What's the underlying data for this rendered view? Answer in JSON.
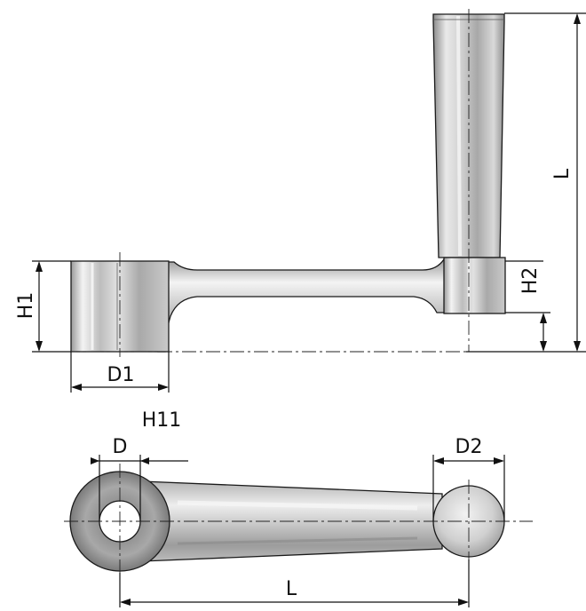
{
  "labels": {
    "L_side": "L",
    "H1": "H1",
    "H2": "H2",
    "D1": "D1",
    "H11": "H11",
    "D": "D",
    "D2": "D2",
    "L_top": "L"
  },
  "colors": {
    "metal_light": "#e8e8e8",
    "metal_mid": "#b8b8b8",
    "metal_dark": "#8a8a8a",
    "outline": "#1a1a1a",
    "dimension": "#111111"
  }
}
